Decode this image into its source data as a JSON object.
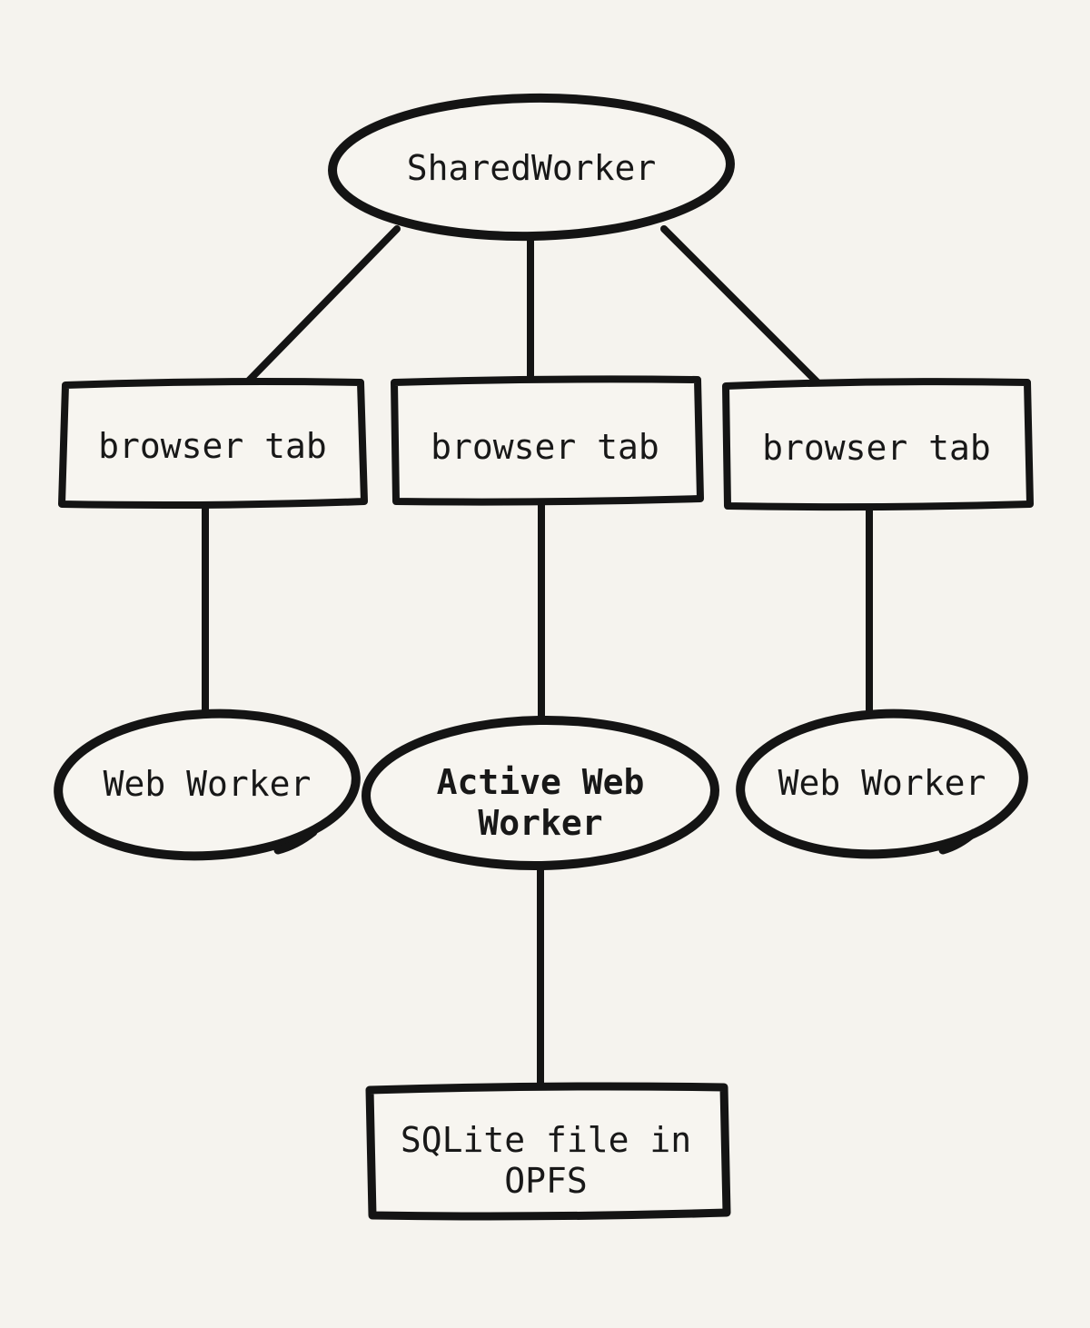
{
  "colors": {
    "background": "#f5f3ee",
    "ink": "#141414",
    "accent_blue": "#0d7ee3"
  },
  "nodes": {
    "shared_worker": {
      "label": "SharedWorker",
      "shape": "ellipse"
    },
    "browser_tab_left": {
      "label": "browser tab",
      "shape": "rectangle"
    },
    "browser_tab_center": {
      "label": "browser tab",
      "shape": "rectangle"
    },
    "browser_tab_right": {
      "label": "browser tab",
      "shape": "rectangle"
    },
    "web_worker_left": {
      "label": "Web Worker",
      "shape": "ellipse"
    },
    "active_web_worker": {
      "label": "Active Web Worker",
      "label_line1": "Active Web",
      "label_line2": "Worker",
      "shape": "ellipse",
      "highlight_color": "#0d7ee3"
    },
    "web_worker_right": {
      "label": "Web Worker",
      "shape": "ellipse"
    },
    "sqlite_file": {
      "label": "SQLite file in OPFS",
      "label_line1": "SQLite file in",
      "label_line2": "OPFS",
      "shape": "rectangle"
    }
  },
  "edges": [
    {
      "from": "shared_worker",
      "to": "browser_tab_left"
    },
    {
      "from": "shared_worker",
      "to": "browser_tab_center"
    },
    {
      "from": "shared_worker",
      "to": "browser_tab_right"
    },
    {
      "from": "browser_tab_left",
      "to": "web_worker_left"
    },
    {
      "from": "browser_tab_center",
      "to": "active_web_worker"
    },
    {
      "from": "browser_tab_right",
      "to": "web_worker_right"
    },
    {
      "from": "active_web_worker",
      "to": "sqlite_file"
    }
  ]
}
